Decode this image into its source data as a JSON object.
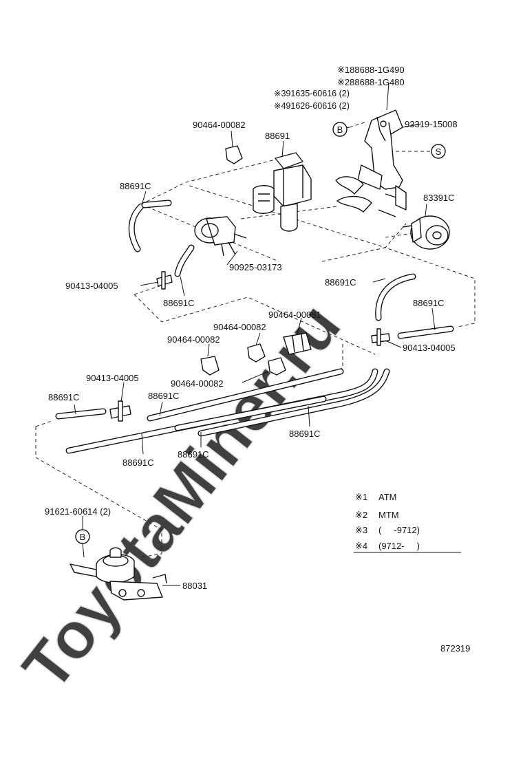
{
  "watermark": "ToyotaMiner.ru",
  "drawing_number": "872319",
  "part_labels": {
    "p88688_1": "※188688-1G490",
    "p88688_2": "※288688-1G480",
    "p91635": "※391635-60616 (2)",
    "p91626": "※491626-60616 (2)",
    "p93319": "93319-15008",
    "p90464_00082_a": "90464-00082",
    "p88691": "88691",
    "p88691C_a": "88691C",
    "p83391C": "83391C",
    "p90925": "90925-03173",
    "p90413_a": "90413-04005",
    "p88691C_b": "88691C",
    "p88691C_c": "88691C",
    "p88691C_d": "88691C",
    "p90464_00081": "90464-00081",
    "p90464_00082_b": "90464-00082",
    "p90464_00082_c": "90464-00082",
    "p90413_b": "90413-04005",
    "p90413_c": "90413-04005",
    "p90464_00082_d": "90464-00082",
    "p88691C_e": "88691C",
    "p88691C_f": "88691C",
    "p88691C_g": "88691C",
    "p88691C_h": "88691C",
    "p88691C_i": "88691C",
    "p91621": "91621-60614 (2)",
    "p88031": "88031"
  },
  "markers": {
    "b_top": "B",
    "s_top": "S",
    "b_bottom": "B"
  },
  "legend": [
    {
      "mark": "※1",
      "text": "ATM"
    },
    {
      "mark": "※2",
      "text": "MTM"
    },
    {
      "mark": "※3",
      "text": "(     -9712)"
    },
    {
      "mark": "※4",
      "text": "(9712-     )"
    }
  ]
}
